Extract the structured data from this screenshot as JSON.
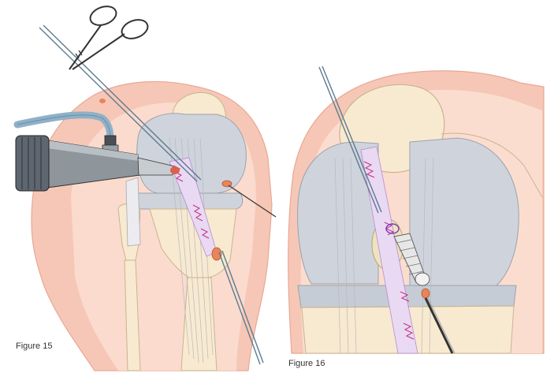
{
  "figures": [
    {
      "caption": "Figure 15"
    },
    {
      "caption": "Figure 16"
    }
  ],
  "colors": {
    "skin": "#f6c7b6",
    "skin_edge": "#e9a894",
    "bone": "#f8ead0",
    "bone_edge": "#c9b48f",
    "cartilage": "#cfd4dc",
    "tendon": "#e9d9f3",
    "suture": "#c12a7d",
    "wire": "#5d7b8f",
    "instrument_metal": "#8e969c",
    "hose": "#8fb1c8"
  },
  "icons": [
    "forceps-icon",
    "arthroscope-icon",
    "guide-wire-icon",
    "screw-icon",
    "knee-joint-illustration"
  ]
}
